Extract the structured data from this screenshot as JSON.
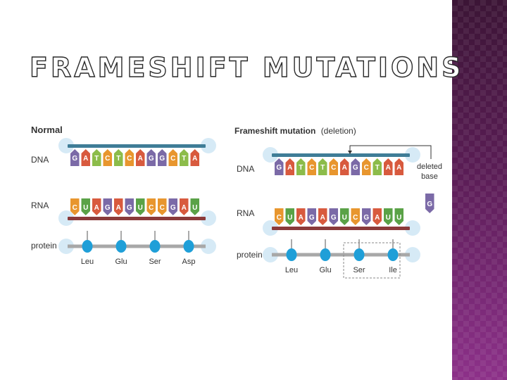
{
  "slide": {
    "title": "FRAMESHIFT MUTATIONS",
    "colors": {
      "side_band_top": "#3c1536",
      "side_band_bottom": "#8d3189",
      "backbone": "#3f7d97",
      "rna_backbone": "#8b3a3a",
      "protein_chain": "#a8a8a8",
      "amino_acid": "#1f9fd8"
    }
  },
  "base_colors": {
    "A": "#d85a3e",
    "C": "#e8962e",
    "G": "#7b6aa7",
    "T": "#8cbc4a",
    "U": "#5aa247"
  },
  "normal": {
    "heading": "Normal",
    "dna_label": "DNA",
    "rna_label": "RNA",
    "protein_label": "protein",
    "dna_bases": [
      "G",
      "A",
      "T",
      "C",
      "T",
      "C",
      "A",
      "G",
      "G",
      "C",
      "T",
      "A"
    ],
    "rna_bases": [
      "C",
      "U",
      "A",
      "G",
      "A",
      "G",
      "U",
      "C",
      "C",
      "G",
      "A",
      "U"
    ],
    "amino_acids": [
      "Leu",
      "Glu",
      "Ser",
      "Asp"
    ]
  },
  "mutation": {
    "heading_bold": "Frameshift mutation",
    "heading_normal": "(deletion)",
    "dna_label": "DNA",
    "rna_label": "RNA",
    "protein_label": "protein",
    "dna_bases": [
      "G",
      "A",
      "T",
      "C",
      "T",
      "C",
      "A",
      "G",
      "C",
      "T",
      "A",
      "A"
    ],
    "rna_bases": [
      "C",
      "U",
      "A",
      "G",
      "A",
      "G",
      "U",
      "C",
      "G",
      "A",
      "U",
      "U"
    ],
    "amino_acids": [
      "Leu",
      "Glu",
      "Ser",
      "Ile"
    ],
    "deleted_label_line1": "deleted",
    "deleted_label_line2": "base",
    "deleted_base": "G"
  }
}
